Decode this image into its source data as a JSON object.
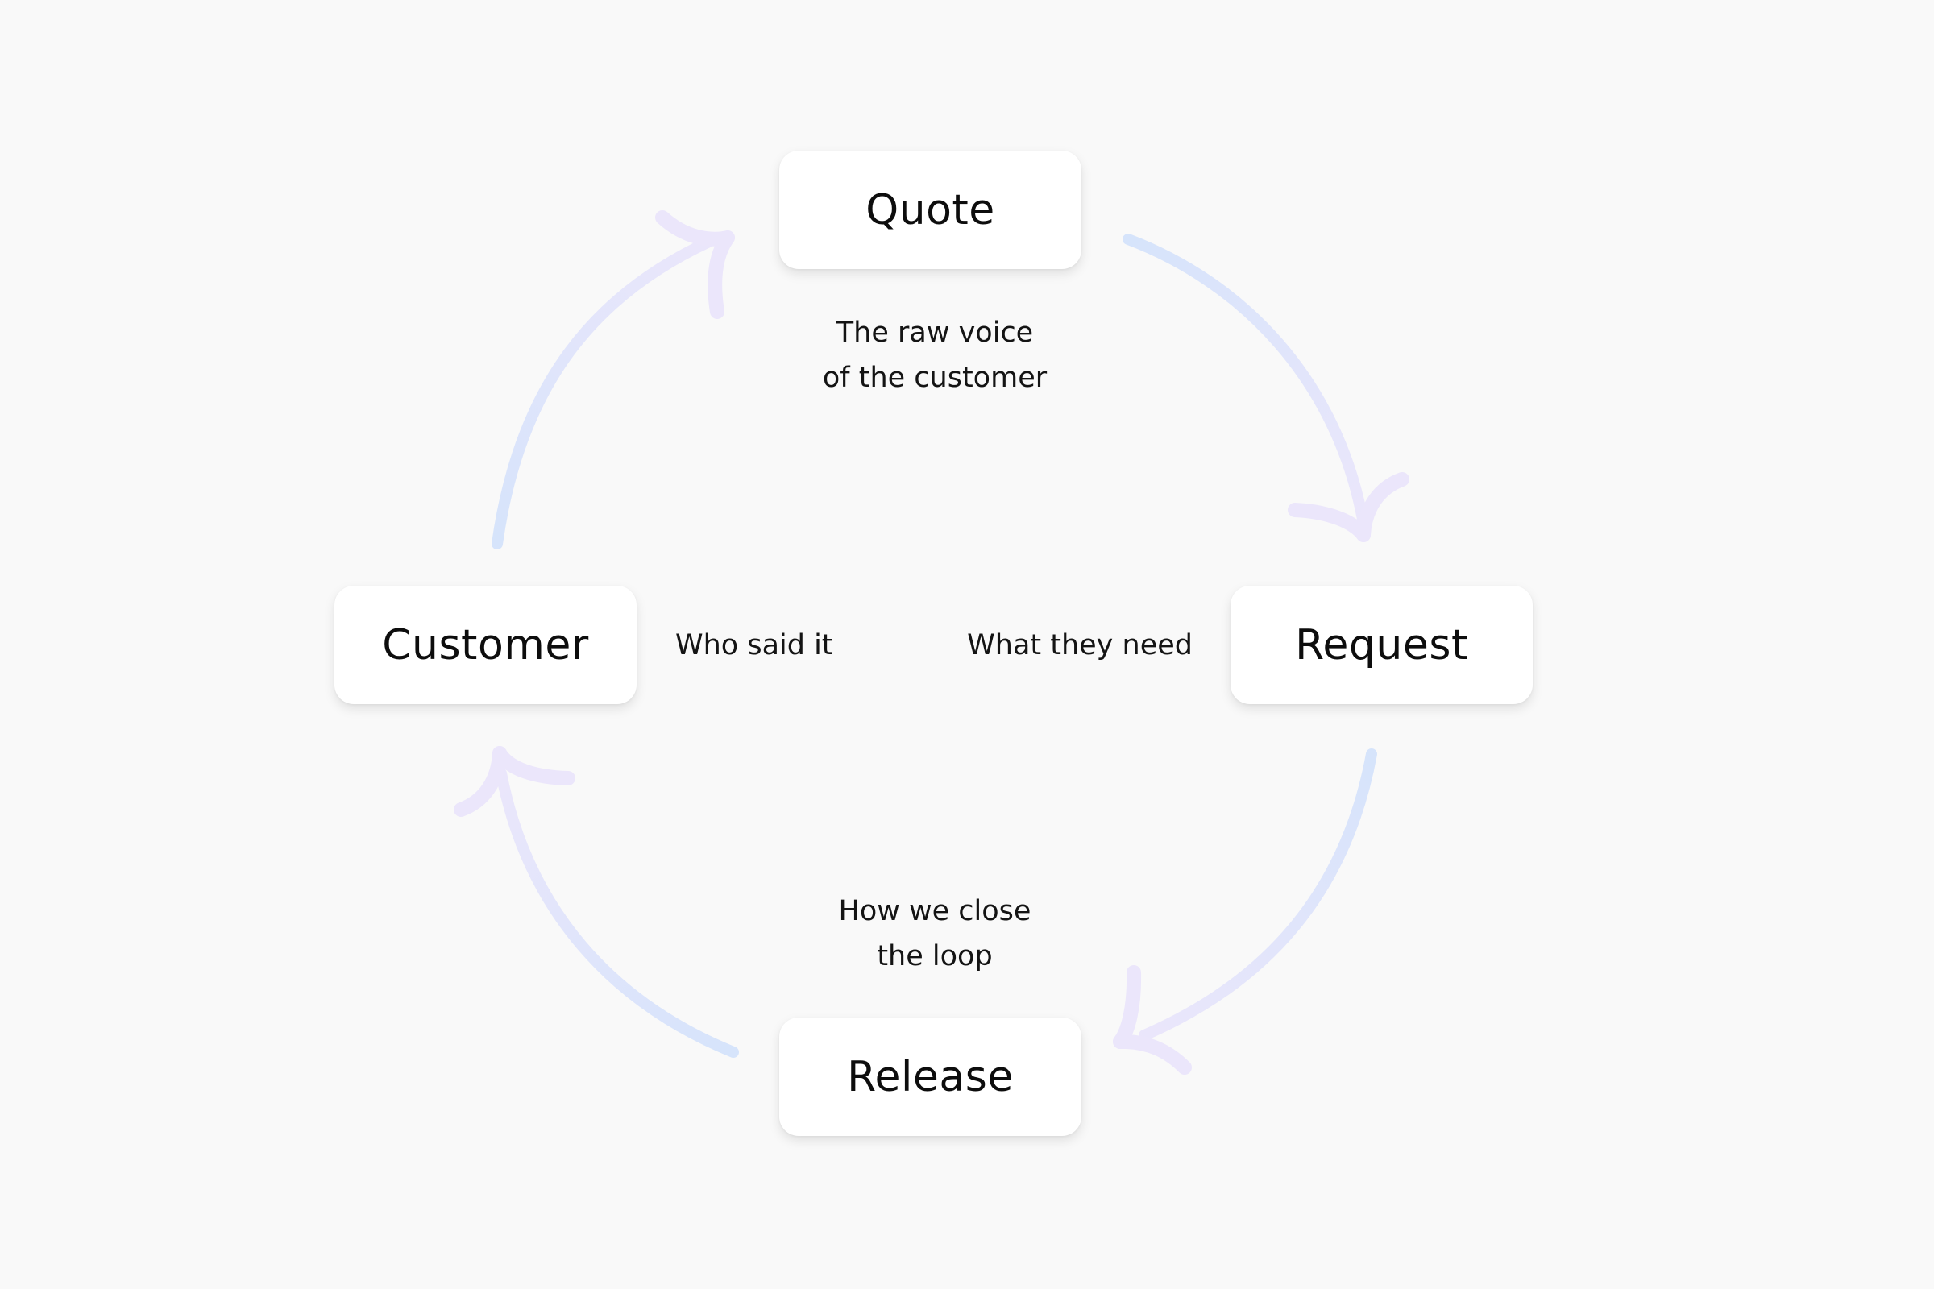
{
  "nodes": {
    "quote": "Quote",
    "request": "Request",
    "release": "Release",
    "customer": "Customer"
  },
  "edge_labels": {
    "quote_line1": "The raw voice",
    "quote_line2": "of the customer",
    "request": "What they need",
    "release_line1": "How we close",
    "release_line2": "the loop",
    "customer": "Who said it"
  },
  "colors": {
    "background": "#f9f9f9",
    "node_fill": "#ffffff",
    "arrow_blue": "#d6e4fb",
    "arrow_lavender": "#ebe6fb"
  }
}
